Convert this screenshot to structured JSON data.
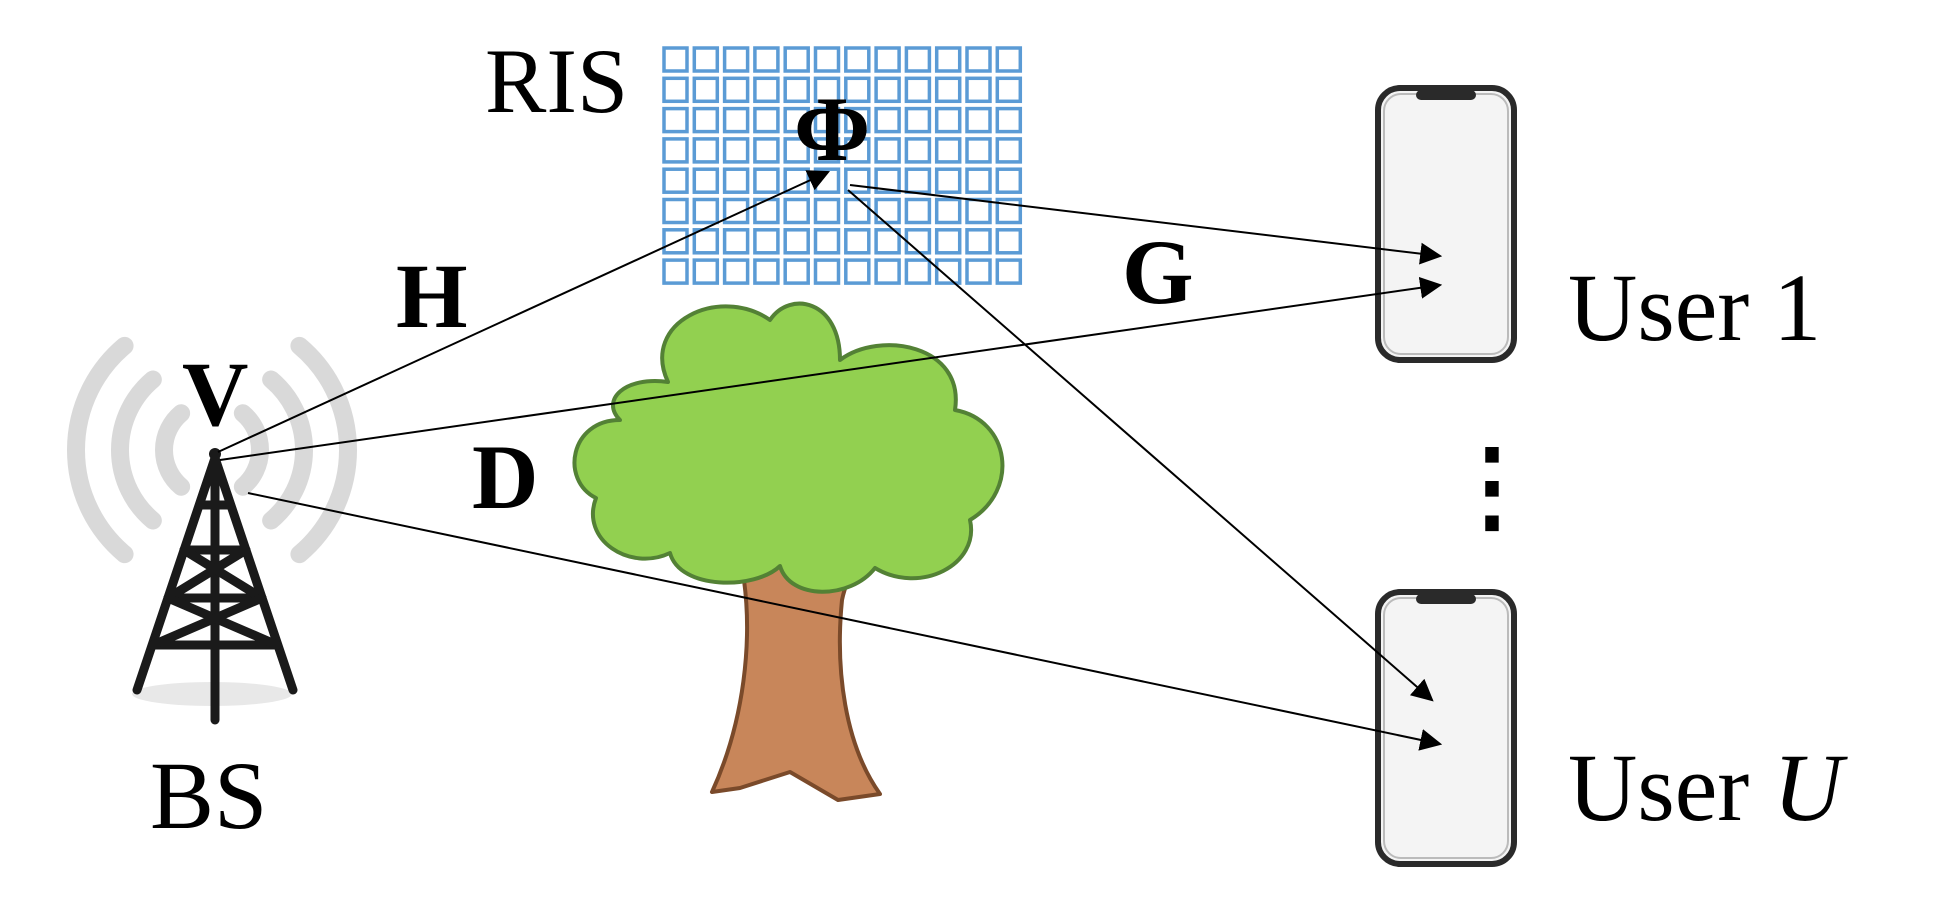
{
  "labels": {
    "ris": "RIS",
    "phi": "Φ",
    "h": "H",
    "g": "G",
    "v": "V",
    "d": "D",
    "bs": "BS",
    "user1": "User 1",
    "userU_prefix": "User ",
    "userU_var": "U",
    "dots": "⋮"
  },
  "colors": {
    "ris_cell": "#5b9bd5",
    "tree_foliage": "#92d050",
    "tree_foliage_stroke": "#538135",
    "tree_trunk": "#c8865a",
    "tree_trunk_stroke": "#7a4a2a",
    "wave": "#d9d9d9",
    "tower": "#1a1a1a",
    "phone_body": "#f4f4f4",
    "phone_frame": "#2a2a2a",
    "link": "#000000"
  },
  "ris_grid": {
    "rows": 8,
    "cols": 12
  },
  "links": [
    {
      "name": "bs-to-ris-link",
      "from": "bs",
      "to": "ris"
    },
    {
      "name": "ris-to-user1-link",
      "from": "ris",
      "to": "user1"
    },
    {
      "name": "ris-to-userU-link",
      "from": "ris",
      "to": "userU"
    },
    {
      "name": "bs-to-user1-link",
      "from": "bs",
      "to": "user1"
    },
    {
      "name": "bs-to-userU-link",
      "from": "bs",
      "to": "userU"
    }
  ]
}
